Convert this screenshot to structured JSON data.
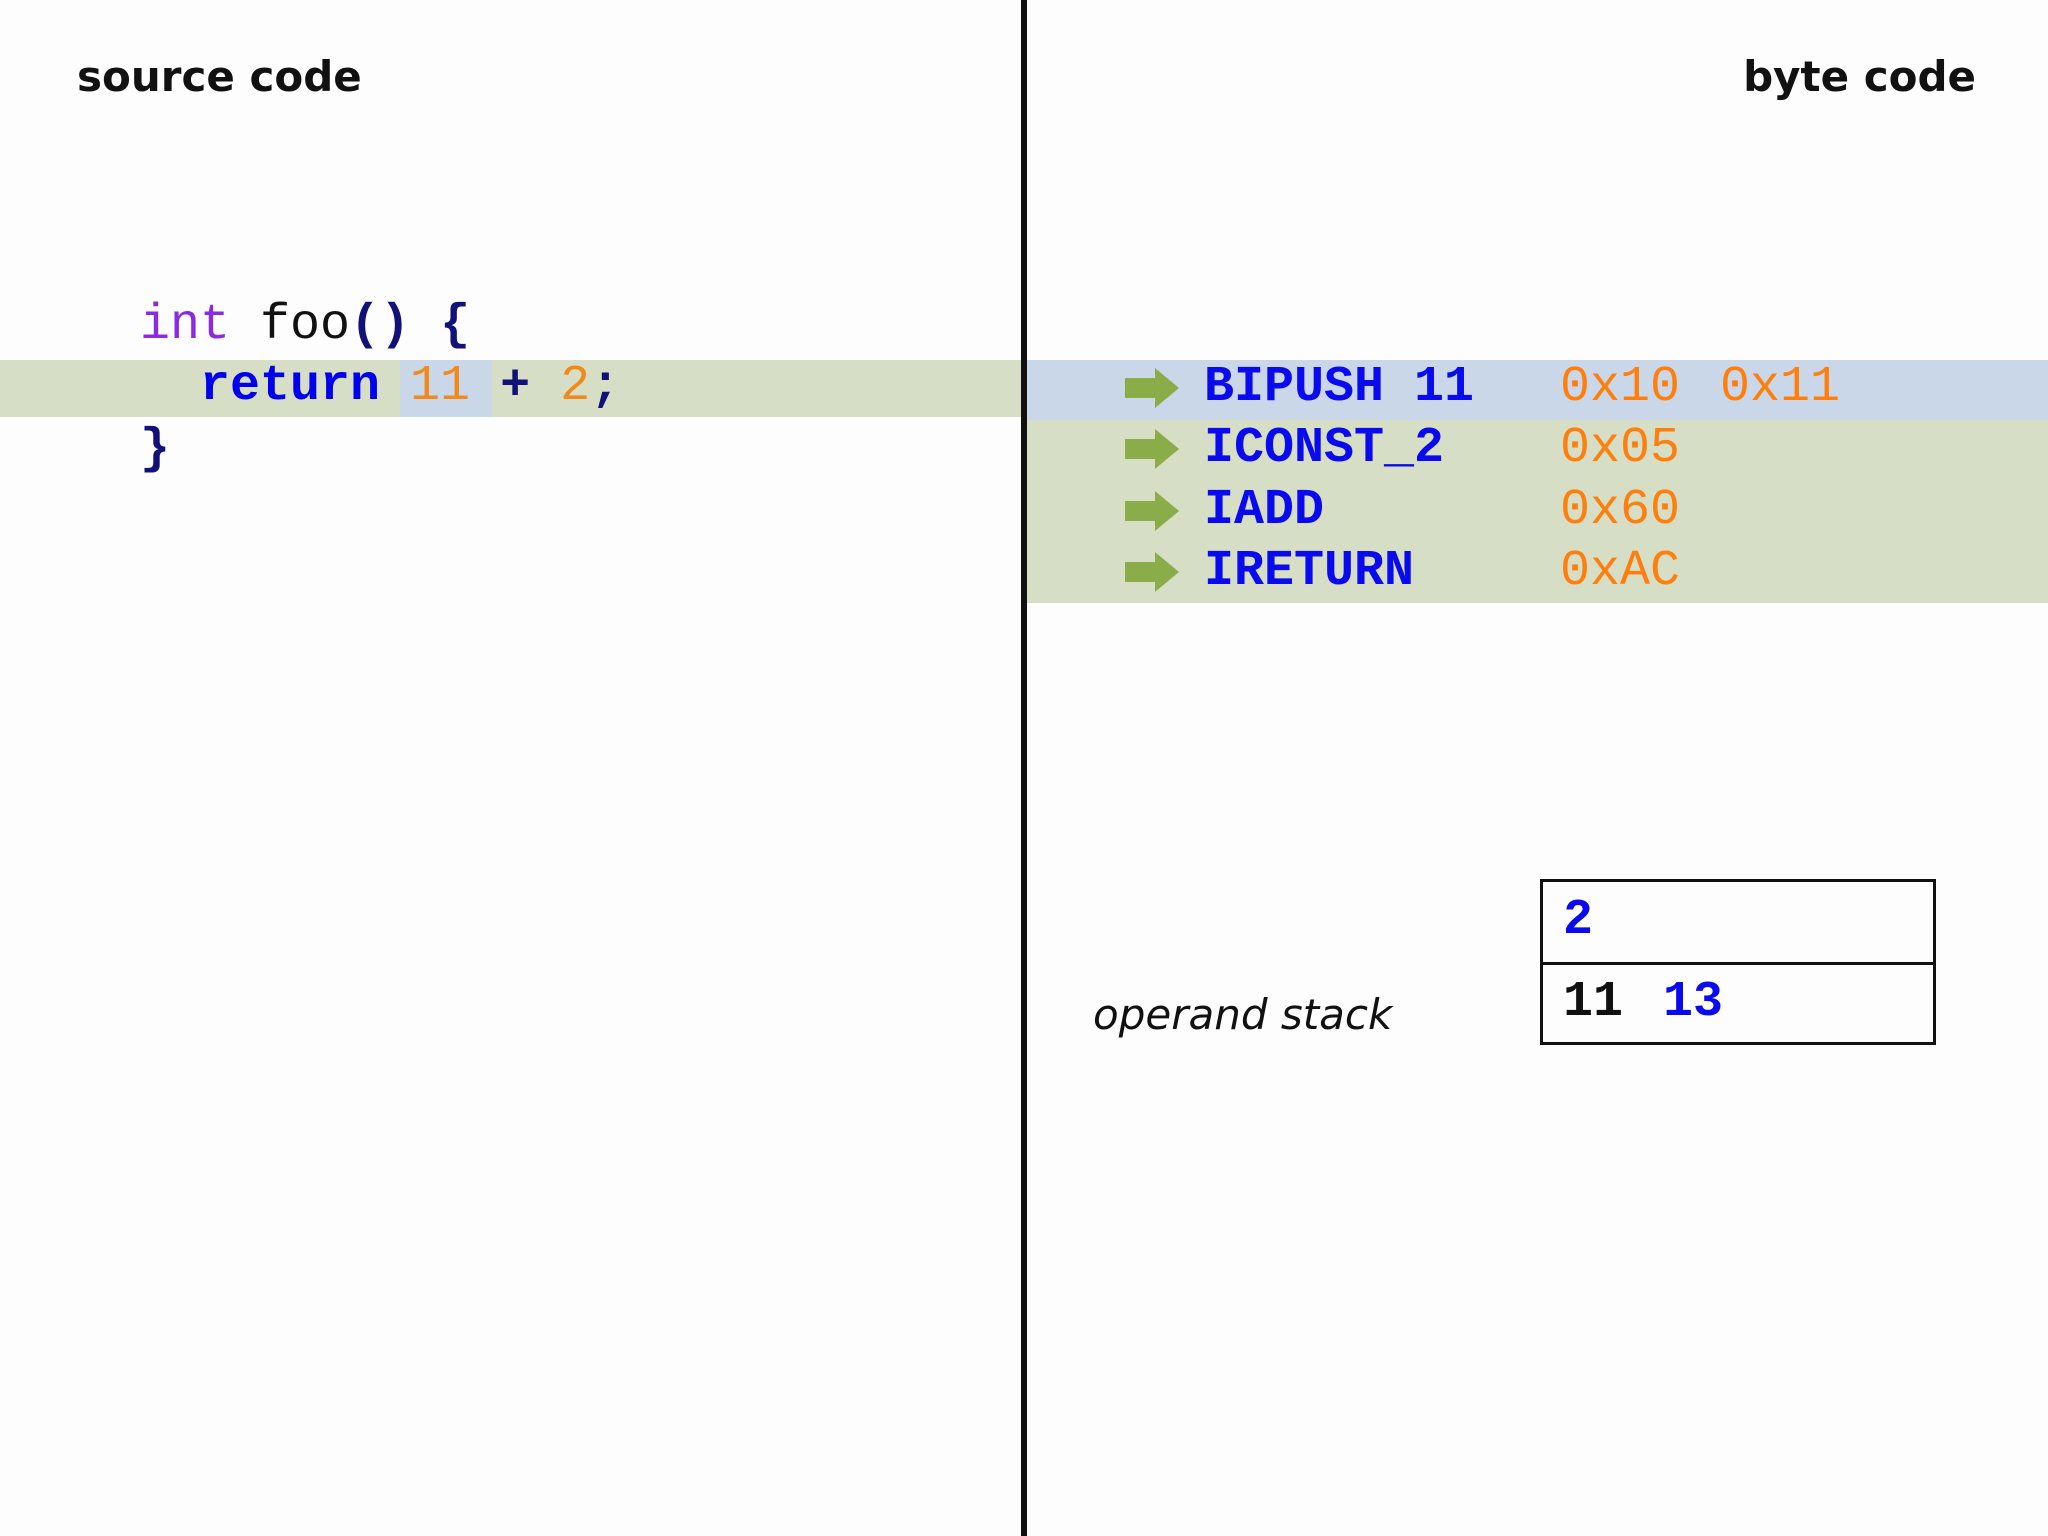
{
  "headings": {
    "left": "source code",
    "right": "byte code"
  },
  "source": {
    "line1": {
      "keyword": "int",
      "name": "foo",
      "parens": "()",
      "brace": "{"
    },
    "line2": {
      "keyword": "return",
      "lhs": "11",
      "op": "+",
      "rhs": "2",
      "semi": ";"
    },
    "line3": {
      "brace": "}"
    }
  },
  "bytecode": {
    "rows": [
      {
        "mnemonic": "BIPUSH 11",
        "hex": "0x10",
        "operand_hex": "0x11"
      },
      {
        "mnemonic": "ICONST_2",
        "hex": "0x05"
      },
      {
        "mnemonic": "IADD",
        "hex": "0x60"
      },
      {
        "mnemonic": "IRETURN",
        "hex": "0xAC"
      }
    ],
    "arrow_icon": "right-arrow-icon"
  },
  "operand_stack": {
    "label": "operand stack",
    "top": "2",
    "bottom": "11",
    "bottom_overlay": "13"
  },
  "colors": {
    "highlight_blue": "#c9d7e8",
    "highlight_green": "#d6dfc5",
    "arrow": "#8aad4a",
    "mnemonic": "#0a0aee",
    "hex": "#ff7f0e"
  }
}
